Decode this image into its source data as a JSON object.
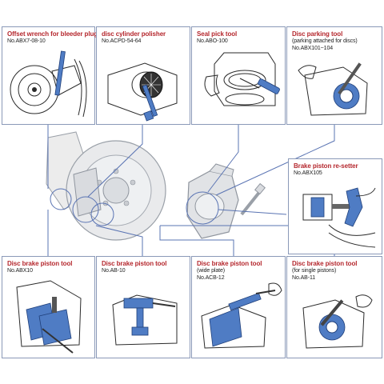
{
  "colors": {
    "title_red": "#b5282e",
    "tool_blue": "#4f7cc4",
    "frame_blue": "#8a99b8",
    "line_dark": "#2a2a2a"
  },
  "panels": {
    "offset_wrench": {
      "title": "Offset wrench for bleeder plugs",
      "model": "No.ABX7-08-10"
    },
    "disc_cylinder_polisher": {
      "title": "disc cylinder polisher",
      "model": "No.ACPD-54-64"
    },
    "seal_pick": {
      "title": "Seal pick tool",
      "model": "No.ABO-100"
    },
    "disc_parking": {
      "title": "Disc parking tool",
      "note": "(parking attached for discs)",
      "model": "No.ABX101~104"
    },
    "piston_resetter": {
      "title": "Brake piston re-setter",
      "model": "No.ABX105"
    },
    "piston_tool_abx10": {
      "title": "Disc brake piston tool",
      "model": "No.ABX10"
    },
    "piston_tool_ab10": {
      "title": "Disc brake piston tool",
      "model": "No.AB-10"
    },
    "piston_tool_acb12": {
      "title": "Disc brake piston tool",
      "note": "(wide plate)",
      "model": "No.ACB-12"
    },
    "piston_tool_ab11": {
      "title": "Disc brake piston tool",
      "note": "(for single pistons)",
      "model": "No.AB-11"
    }
  }
}
